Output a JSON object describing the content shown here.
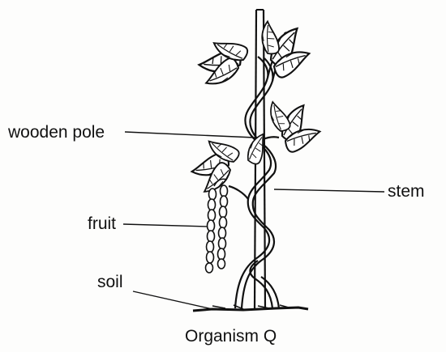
{
  "labels": {
    "wooden_pole": "wooden pole",
    "stem": "stem",
    "fruit": "fruit",
    "soil": "soil"
  },
  "caption": "Organism Q",
  "colors": {
    "ink": "#111111",
    "background": "#fdfdfc"
  }
}
